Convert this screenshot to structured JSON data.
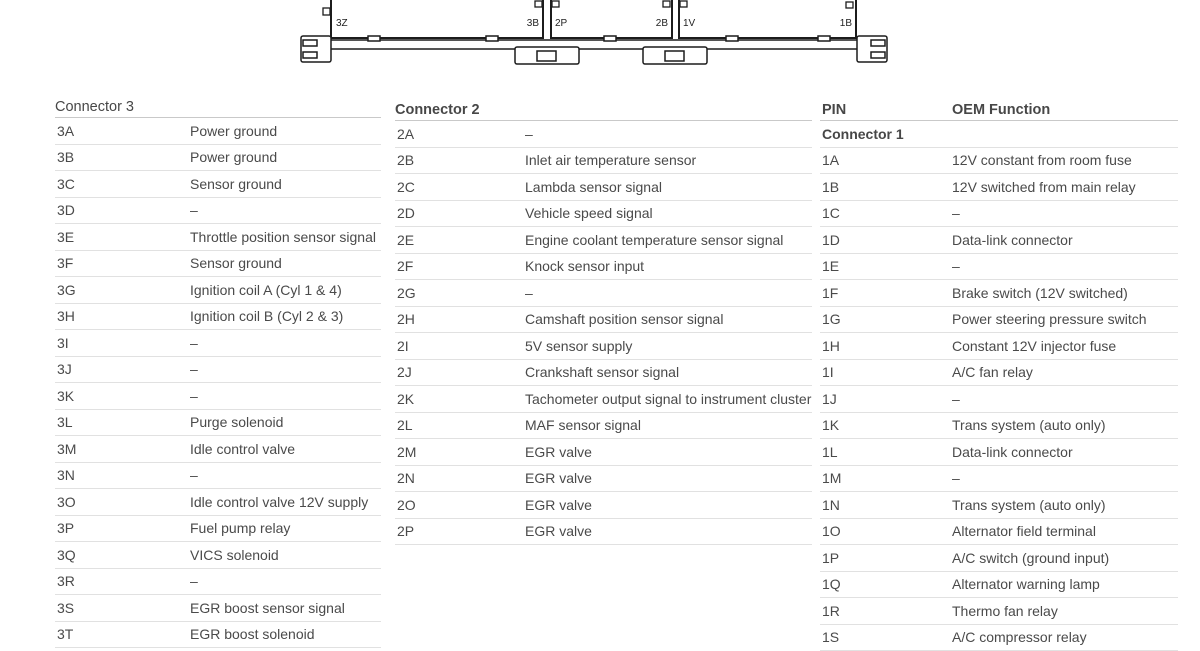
{
  "diagram": {
    "labels": [
      "3Z",
      "3B",
      "2P",
      "2B",
      "1V",
      "1B"
    ]
  },
  "connector3": {
    "title": "Connector 3",
    "rows": [
      {
        "pin": "3A",
        "fn": "Power ground"
      },
      {
        "pin": "3B",
        "fn": "Power ground"
      },
      {
        "pin": "3C",
        "fn": "Sensor ground"
      },
      {
        "pin": "3D",
        "fn": "–"
      },
      {
        "pin": "3E",
        "fn": "Throttle position sensor signal"
      },
      {
        "pin": "3F",
        "fn": "Sensor ground"
      },
      {
        "pin": "3G",
        "fn": "Ignition coil A (Cyl 1 & 4)"
      },
      {
        "pin": "3H",
        "fn": "Ignition coil B (Cyl 2 & 3)"
      },
      {
        "pin": "3I",
        "fn": "–"
      },
      {
        "pin": "3J",
        "fn": "–"
      },
      {
        "pin": "3K",
        "fn": "–"
      },
      {
        "pin": "3L",
        "fn": "Purge solenoid"
      },
      {
        "pin": "3M",
        "fn": "Idle control valve"
      },
      {
        "pin": "3N",
        "fn": "–"
      },
      {
        "pin": "3O",
        "fn": "Idle control valve 12V supply"
      },
      {
        "pin": "3P",
        "fn": "Fuel pump relay"
      },
      {
        "pin": "3Q",
        "fn": "VICS solenoid"
      },
      {
        "pin": "3R",
        "fn": "–"
      },
      {
        "pin": "3S",
        "fn": "EGR boost sensor signal"
      },
      {
        "pin": "3T",
        "fn": "EGR boost solenoid"
      }
    ]
  },
  "connector2": {
    "title": "Connector 2",
    "rows": [
      {
        "pin": "2A",
        "fn": "–"
      },
      {
        "pin": "2B",
        "fn": "Inlet air temperature sensor"
      },
      {
        "pin": "2C",
        "fn": "Lambda sensor signal"
      },
      {
        "pin": "2D",
        "fn": "Vehicle speed signal"
      },
      {
        "pin": "2E",
        "fn": "Engine coolant temperature sensor signal"
      },
      {
        "pin": "2F",
        "fn": "Knock sensor input"
      },
      {
        "pin": "2G",
        "fn": "–"
      },
      {
        "pin": "2H",
        "fn": "Camshaft position sensor signal"
      },
      {
        "pin": "2I",
        "fn": "5V sensor supply"
      },
      {
        "pin": "2J",
        "fn": "Crankshaft sensor signal"
      },
      {
        "pin": "2K",
        "fn": "Tachometer output signal to instrument cluster"
      },
      {
        "pin": "2L",
        "fn": "MAF sensor signal"
      },
      {
        "pin": "2M",
        "fn": "EGR valve"
      },
      {
        "pin": "2N",
        "fn": "EGR valve"
      },
      {
        "pin": "2O",
        "fn": "EGR valve"
      },
      {
        "pin": "2P",
        "fn": "EGR valve"
      }
    ]
  },
  "connector1": {
    "pin_header": "PIN",
    "oem_header": "OEM Function",
    "title": "Connector 1",
    "rows": [
      {
        "pin": "1A",
        "fn": "12V constant from room fuse"
      },
      {
        "pin": "1B",
        "fn": "12V switched from main relay"
      },
      {
        "pin": "1C",
        "fn": "–"
      },
      {
        "pin": "1D",
        "fn": "Data-link connector"
      },
      {
        "pin": "1E",
        "fn": "–"
      },
      {
        "pin": "1F",
        "fn": "Brake switch (12V switched)"
      },
      {
        "pin": "1G",
        "fn": "Power steering pressure switch"
      },
      {
        "pin": "1H",
        "fn": "Constant 12V injector fuse"
      },
      {
        "pin": "1I",
        "fn": "A/C fan relay"
      },
      {
        "pin": "1J",
        "fn": "–"
      },
      {
        "pin": "1K",
        "fn": "Trans system (auto only)"
      },
      {
        "pin": "1L",
        "fn": "Data-link connector"
      },
      {
        "pin": "1M",
        "fn": "–"
      },
      {
        "pin": "1N",
        "fn": "Trans system (auto only)"
      },
      {
        "pin": "1O",
        "fn": "Alternator field terminal"
      },
      {
        "pin": "1P",
        "fn": "A/C switch (ground input)"
      },
      {
        "pin": "1Q",
        "fn": "Alternator warning lamp"
      },
      {
        "pin": "1R",
        "fn": "Thermo fan relay"
      },
      {
        "pin": "1S",
        "fn": "A/C compressor relay"
      }
    ]
  }
}
